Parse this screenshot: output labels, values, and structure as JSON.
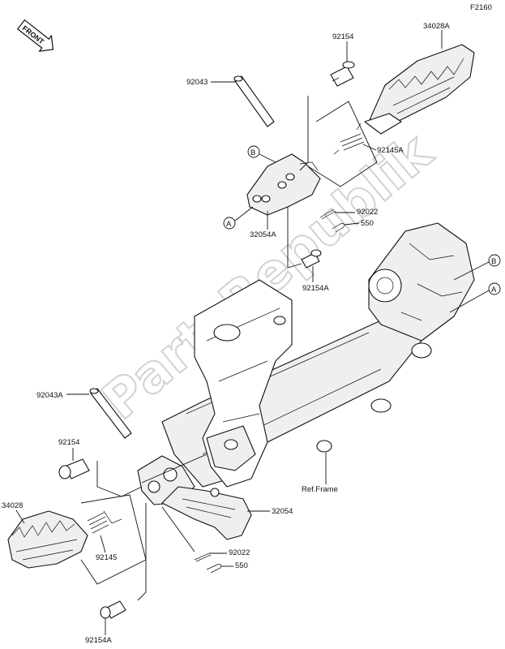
{
  "diagram_code": "F2160",
  "watermark": "PartsRepublik",
  "front_label": "FRONT",
  "refs": {
    "a": "A",
    "b": "B"
  },
  "ref_frame": "Ref.Frame",
  "parts": {
    "p34028A": "34028A",
    "p92154_top": "92154",
    "p92043": "92043",
    "p92145A": "92145A",
    "p92022_top": "92022",
    "p550_top": "550",
    "p32054A": "32054A",
    "p92154A_top": "92154A",
    "p92043A": "92043A",
    "p92154_bot": "92154",
    "p34028": "34028",
    "p92145": "92145",
    "p32054": "32054",
    "p92022_bot": "92022",
    "p550_bot": "550",
    "p92154A_bot": "92154A"
  }
}
